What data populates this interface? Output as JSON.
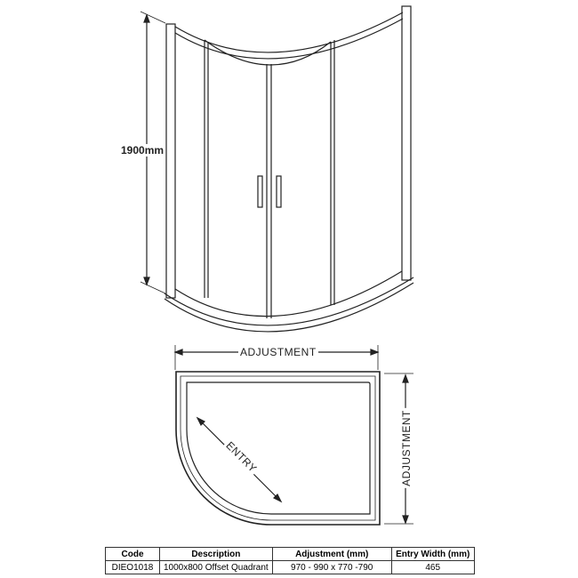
{
  "front_view": {
    "height_label": "1900mm"
  },
  "plan_view": {
    "width_label": "ADJUSTMENT",
    "depth_label": "ADJUSTMENT",
    "entry_label": "ENTRY"
  },
  "spec_table": {
    "headers": [
      "Code",
      "Description",
      "Adjustment (mm)",
      "Entry Width (mm)"
    ],
    "rows": [
      [
        "DIEO1018",
        "1000x800 Offset Quadrant",
        "970 - 990 x 770 -790",
        "465"
      ]
    ]
  }
}
